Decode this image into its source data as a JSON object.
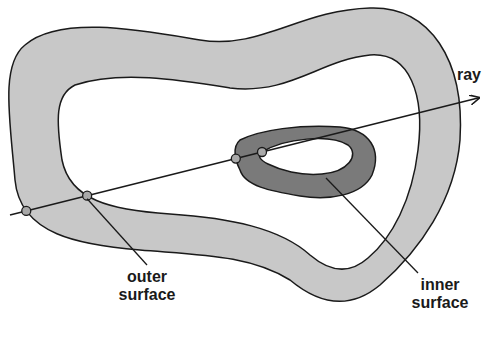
{
  "diagram": {
    "labels": [
      "ray",
      "outer surface",
      "inner surface"
    ]
  }
}
